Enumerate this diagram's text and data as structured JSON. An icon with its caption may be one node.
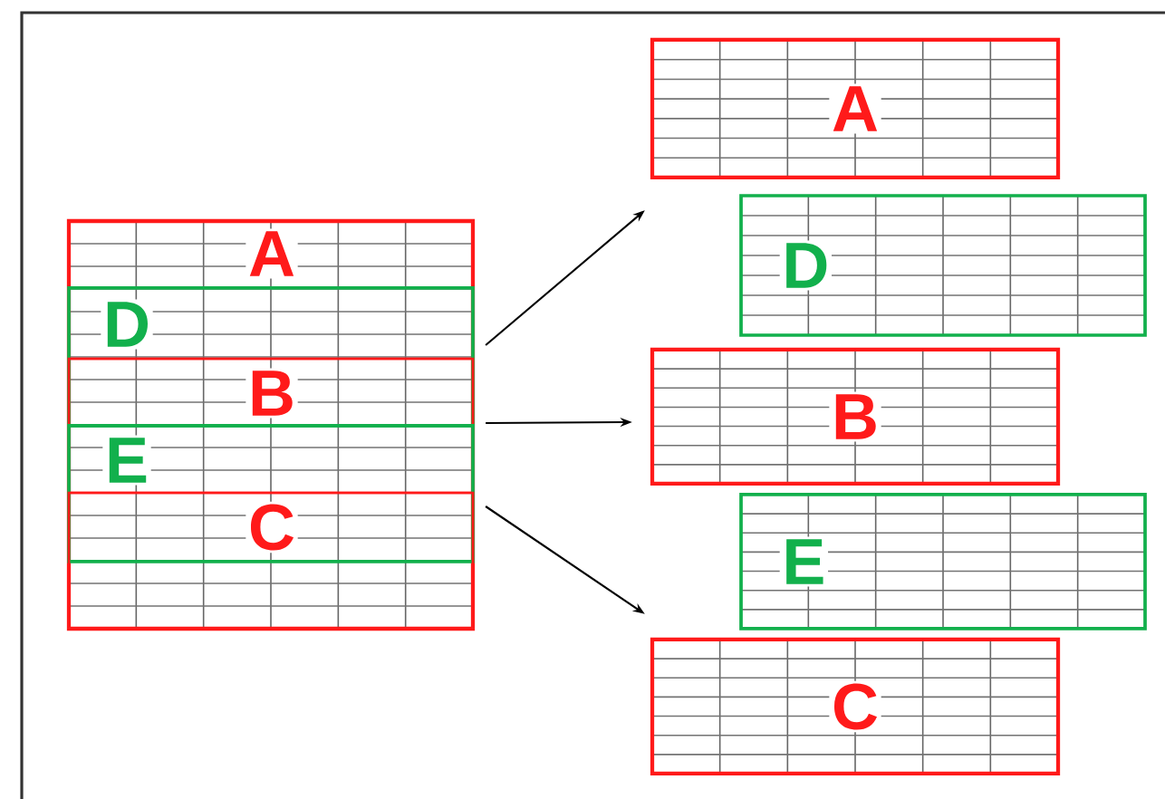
{
  "diagram": {
    "nodes": [
      {
        "text": [],
        "shape": "box"
      },
      {
        "text": [
          "A"
        ]
      },
      {
        "text": [
          "D"
        ]
      },
      {
        "text": [
          "B"
        ]
      },
      {
        "text": [
          "E"
        ]
      },
      {
        "text": [
          "C"
        ]
      }
    ],
    "edges": [
      {
        "from": 0,
        "to": 1,
        "arrow": "to"
      },
      {
        "from": 0,
        "to": 3,
        "arrow": "to"
      },
      {
        "from": 0,
        "to": 5,
        "arrow": "to"
      }
    ],
    "labels": [
      "A",
      "D",
      "B",
      "E",
      "C"
    ]
  }
}
